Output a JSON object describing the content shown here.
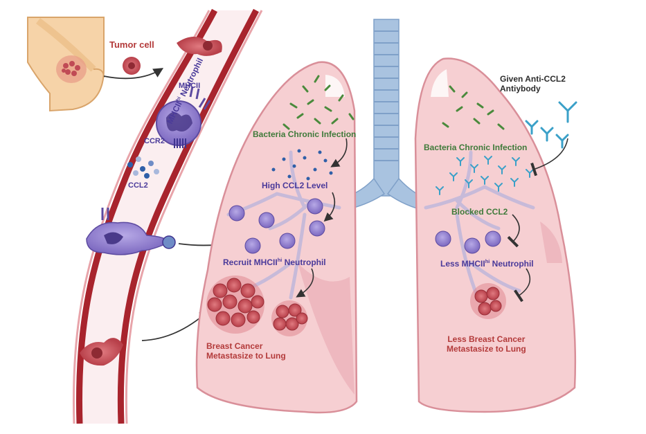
{
  "labels": {
    "tumor_cell": "Tumor cell",
    "mhcii": "MHCII",
    "ccr2": "CCR2",
    "ccl2": "CCL2",
    "vessel_label_main": "MHCII",
    "vessel_label_sup": "hi",
    "vessel_label_tail": " Neutrophil",
    "left_bacteria": "Bacteria Chronic Infection",
    "left_high_ccl2": "High CCL2 Level",
    "left_recruit_main": "Recruit MHCII",
    "left_recruit_sup": "hi",
    "left_recruit_tail": " Neutrophil",
    "left_outcome_line1": "Breast Cancer",
    "left_outcome_line2": "Metastasize to Lung",
    "antibody_line1": "Given Anti-CCL2",
    "antibody_line2": "Antiybody",
    "right_bacteria": "Bacteria Chronic Infection",
    "right_blocked": "Blocked CCL2",
    "right_less_main": "Less MHCII",
    "right_less_sup": "hi",
    "right_less_tail": " Neutrophil",
    "right_outcome_line1": "Less Breast Cancer",
    "right_outcome_line2": "Metastasize to Lung"
  },
  "colors": {
    "lung_fill": "#f6cfd2",
    "lung_stroke": "#d98f99",
    "vessel_wall": "#a8242d",
    "vessel_lumen": "#fbeef0",
    "trachea": "#a9c3e0",
    "neutrophil": "#8a78c8",
    "tumor": "#c9535a",
    "bacteria": "#4a8a3c",
    "antibody": "#3aa0c8",
    "ccl2_dot": "#2f5fa8"
  }
}
